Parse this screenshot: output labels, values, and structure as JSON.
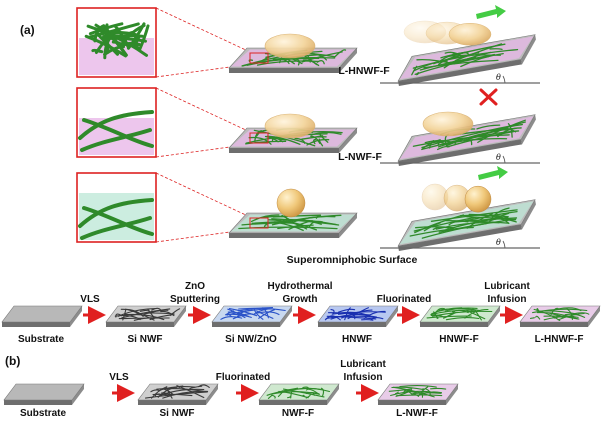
{
  "panels": {
    "a": {
      "tag": "(a)",
      "rows": [
        {
          "caption": "L-HNWF-F",
          "angle_symbol": "θ",
          "outcome": "slides"
        },
        {
          "caption": "L-NWF-F",
          "angle_symbol": "θ",
          "outcome": "pinned"
        },
        {
          "caption": "Superomniphobic Surface",
          "angle_symbol": "θ",
          "outcome": "rolls"
        }
      ]
    },
    "b": {
      "tag": "(b)",
      "route1": {
        "substrates": [
          "Substrate",
          "Si NWF",
          "Si NW/ZnO",
          "HNWF",
          "HNWF-F",
          "L-HNWF-F"
        ],
        "steps": [
          "VLS",
          "ZnO Sputtering",
          "Hydrothermal Growth",
          "Fluorinated",
          "Lubricant Infusion"
        ]
      },
      "route2": {
        "substrates": [
          "Substrate",
          "Si NWF",
          "NWF-F",
          "L-NWF-F"
        ],
        "steps": [
          "VLS",
          "Fluorinated",
          "Lubricant Infusion"
        ]
      }
    }
  },
  "colors": {
    "wire_green": "#2f8a2a",
    "lubricant_pink": "#e8b8e8",
    "superomniphobic_teal": "#bfe8d8",
    "process_arrow": "#e02020",
    "slide_arrow": "#44cc44",
    "fail_mark": "#e02020",
    "zoom_box": "#dd2222"
  },
  "icons": [
    "droplet",
    "sliding-arrow-icon",
    "cross-icon",
    "zoom-box",
    "process-arrow-icon"
  ]
}
